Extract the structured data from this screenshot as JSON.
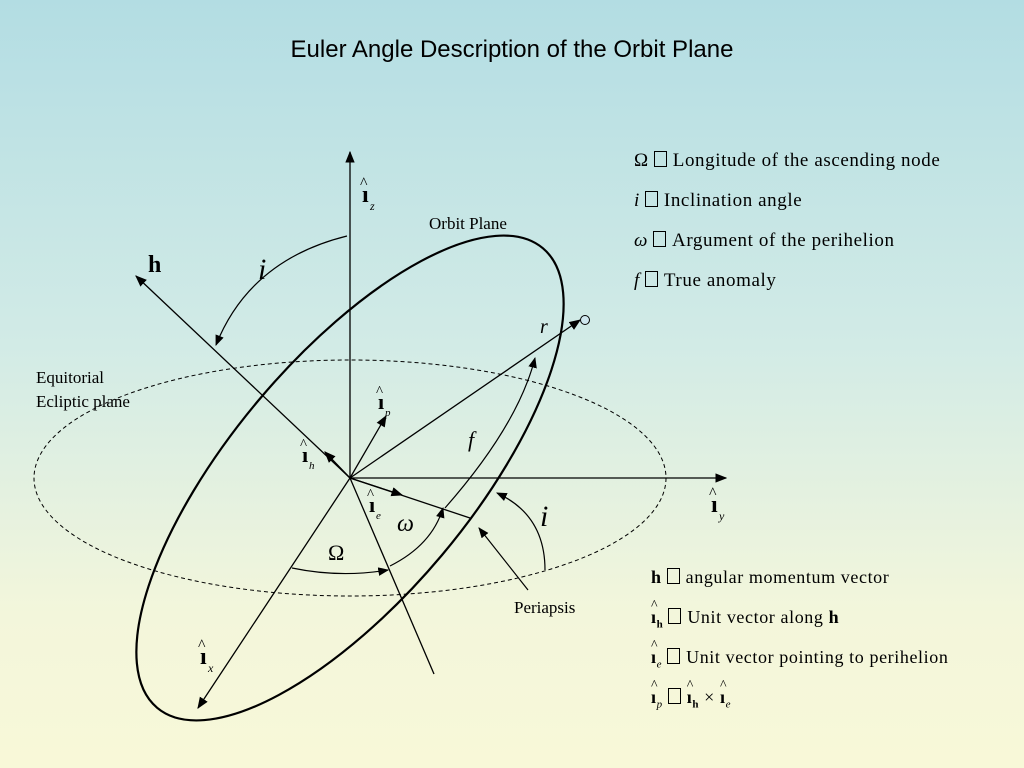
{
  "title": "Euler Angle Description of the Orbit Plane",
  "labels": {
    "orbit_plane": "Orbit Plane",
    "equatorial_line1": "Equitorial",
    "equatorial_line2": "Ecliptic plane",
    "periapsis": "Periapsis",
    "h": "h",
    "i_incl_top": "i",
    "i_incl_right": "i",
    "r": "r",
    "f": "f",
    "omega": "ω",
    "Omega": "Ω",
    "iz_sub": "z",
    "iy_sub": "y",
    "ix_sub": "x",
    "ip_sub": "p",
    "ih_sub": "h",
    "ie_sub": "e"
  },
  "legend_angles": [
    {
      "symbol": "Ω",
      "text": "Longitude of the ascending node"
    },
    {
      "symbol": "i",
      "text": "Inclination angle"
    },
    {
      "symbol": "ω",
      "text": "Argument of the perihelion"
    },
    {
      "symbol": "f",
      "text": "True anomaly"
    }
  ],
  "legend_vectors": {
    "h_text": "angular momentum vector",
    "ih_text": "Unit vector along",
    "ih_bold": "h",
    "ie_text": "Unit vector pointing to perihelion",
    "ip_sub1": "h",
    "ip_op": "×"
  }
}
